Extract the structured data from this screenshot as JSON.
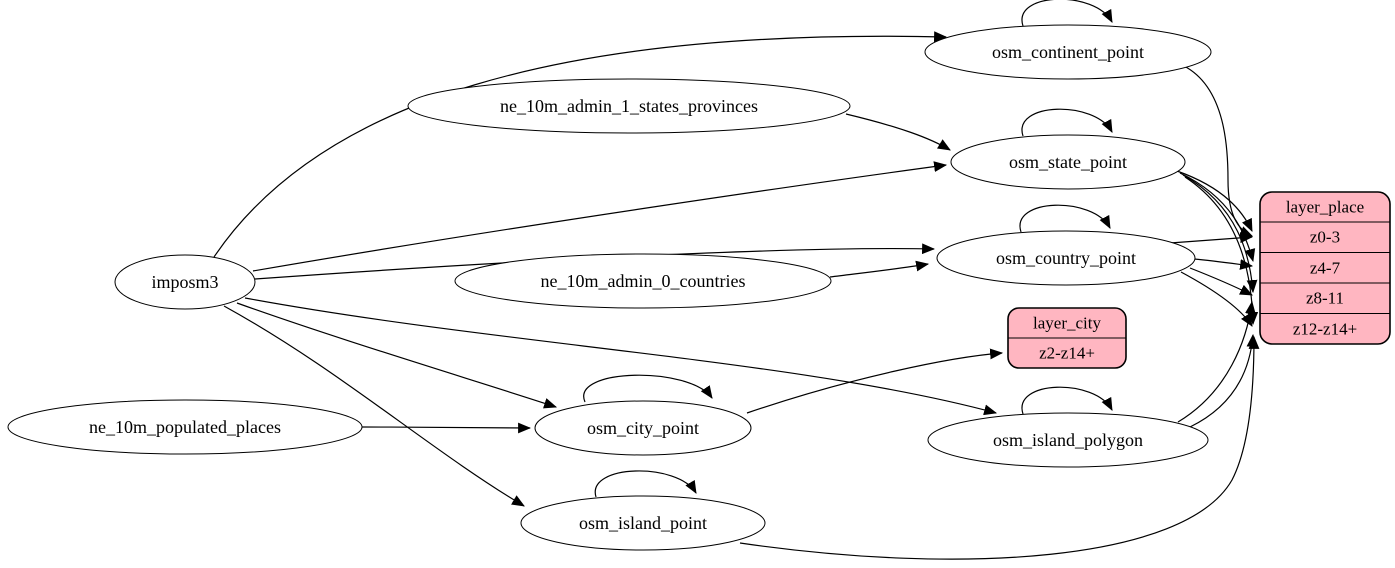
{
  "diagram": {
    "colors": {
      "background": "#ffffff",
      "node_fill": "#ffffff",
      "node_stroke": "#000000",
      "record_fill": "#ffb6c1",
      "edge_color": "#000000",
      "text_color": "#000000"
    },
    "nodes": {
      "imposm3": {
        "label": "imposm3",
        "shape": "ellipse"
      },
      "ne_10m_admin_1_states_provinces": {
        "label": "ne_10m_admin_1_states_provinces",
        "shape": "ellipse"
      },
      "ne_10m_admin_0_countries": {
        "label": "ne_10m_admin_0_countries",
        "shape": "ellipse"
      },
      "ne_10m_populated_places": {
        "label": "ne_10m_populated_places",
        "shape": "ellipse"
      },
      "osm_continent_point": {
        "label": "osm_continent_point",
        "shape": "ellipse"
      },
      "osm_state_point": {
        "label": "osm_state_point",
        "shape": "ellipse"
      },
      "osm_country_point": {
        "label": "osm_country_point",
        "shape": "ellipse"
      },
      "osm_city_point": {
        "label": "osm_city_point",
        "shape": "ellipse"
      },
      "osm_island_polygon": {
        "label": "osm_island_polygon",
        "shape": "ellipse"
      },
      "osm_island_point": {
        "label": "osm_island_point",
        "shape": "ellipse"
      }
    },
    "records": {
      "layer_city": {
        "title": "layer_city",
        "rows": [
          "z2-z14+"
        ]
      },
      "layer_place": {
        "title": "layer_place",
        "rows": [
          "z0-3",
          "z4-7",
          "z8-11",
          "z12-z14+"
        ]
      }
    },
    "edges": [
      {
        "from": "imposm3",
        "to": "osm_continent_point"
      },
      {
        "from": "imposm3",
        "to": "osm_state_point"
      },
      {
        "from": "imposm3",
        "to": "osm_country_point"
      },
      {
        "from": "imposm3",
        "to": "osm_city_point"
      },
      {
        "from": "imposm3",
        "to": "osm_island_polygon"
      },
      {
        "from": "imposm3",
        "to": "osm_island_point"
      },
      {
        "from": "ne_10m_admin_1_states_provinces",
        "to": "osm_state_point"
      },
      {
        "from": "ne_10m_admin_0_countries",
        "to": "osm_country_point"
      },
      {
        "from": "ne_10m_populated_places",
        "to": "osm_city_point"
      },
      {
        "from": "osm_continent_point",
        "to": "osm_continent_point"
      },
      {
        "from": "osm_state_point",
        "to": "osm_state_point"
      },
      {
        "from": "osm_country_point",
        "to": "osm_country_point"
      },
      {
        "from": "osm_city_point",
        "to": "osm_city_point"
      },
      {
        "from": "osm_island_polygon",
        "to": "osm_island_polygon"
      },
      {
        "from": "osm_island_point",
        "to": "osm_island_point"
      },
      {
        "from": "osm_continent_point",
        "to": "layer_place",
        "port": "z0-3"
      },
      {
        "from": "osm_state_point",
        "to": "layer_place",
        "port": "z0-3"
      },
      {
        "from": "osm_country_point",
        "to": "layer_place",
        "port": "z0-3"
      },
      {
        "from": "osm_state_point",
        "to": "layer_place",
        "port": "z4-7"
      },
      {
        "from": "osm_country_point",
        "to": "layer_place",
        "port": "z4-7"
      },
      {
        "from": "osm_state_point",
        "to": "layer_place",
        "port": "z8-11"
      },
      {
        "from": "osm_country_point",
        "to": "layer_place",
        "port": "z8-11"
      },
      {
        "from": "osm_island_polygon",
        "to": "layer_place",
        "port": "z8-11"
      },
      {
        "from": "osm_state_point",
        "to": "layer_place",
        "port": "z12-z14+"
      },
      {
        "from": "osm_country_point",
        "to": "layer_place",
        "port": "z12-z14+"
      },
      {
        "from": "osm_island_polygon",
        "to": "layer_place",
        "port": "z12-z14+"
      },
      {
        "from": "osm_island_point",
        "to": "layer_place",
        "port": "z12-z14+"
      },
      {
        "from": "osm_city_point",
        "to": "layer_city",
        "port": "z2-z14+"
      }
    ]
  }
}
